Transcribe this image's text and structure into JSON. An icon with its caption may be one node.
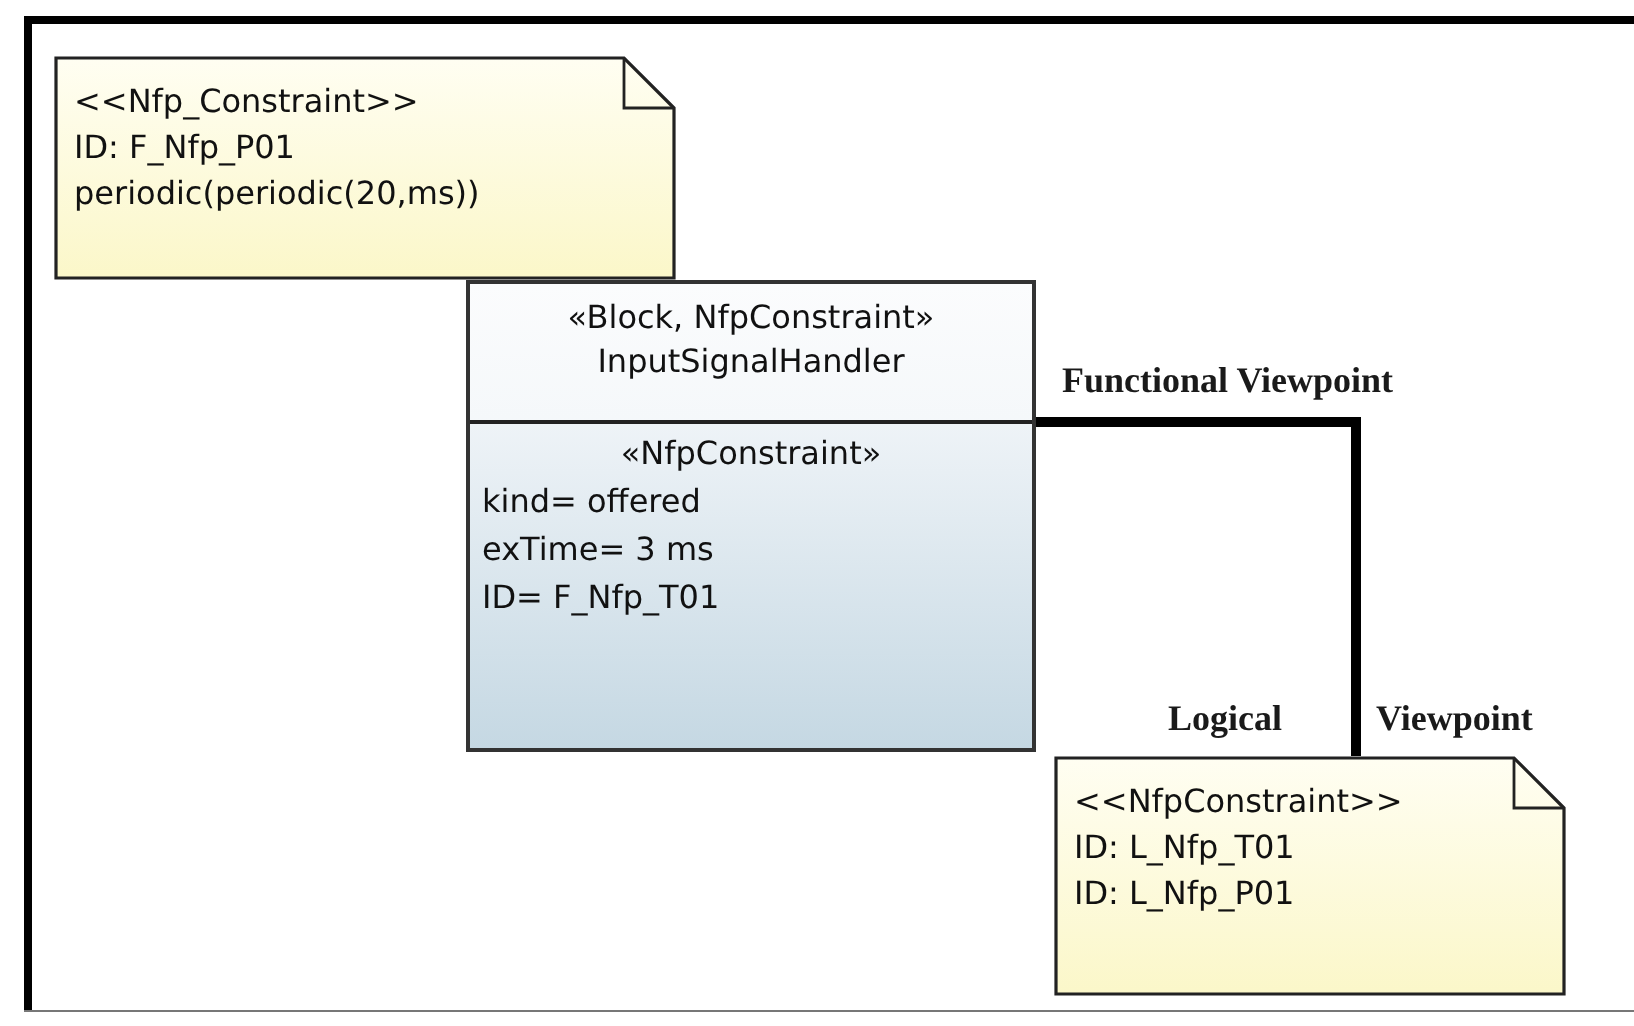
{
  "diagram": {
    "nodes": [
      {
        "text": [
          "<<Nfp_Constraint>>",
          "ID: F_Nfp_P01",
          "periodic(periodic(20,ms))"
        ]
      },
      {
        "text": [
          "«Block, NfpConstraint»",
          "InputSignalHandler"
        ]
      },
      {
        "text": [
          "«NfpConstraint»",
          "kind= offered",
          "exTime= 3 ms",
          "ID= F_Nfp_T01"
        ],
        "in": 1
      },
      {
        "text": [
          "<<NfpConstraint>>",
          "ID: L_Nfp_T01",
          "ID: L_Nfp_P01"
        ]
      }
    ],
    "edges": [
      {
        "from": 1,
        "to": 3,
        "arrow": "none"
      }
    ],
    "labels": [
      "Functional Viewpoint",
      "Logical",
      "Viewpoint"
    ]
  }
}
